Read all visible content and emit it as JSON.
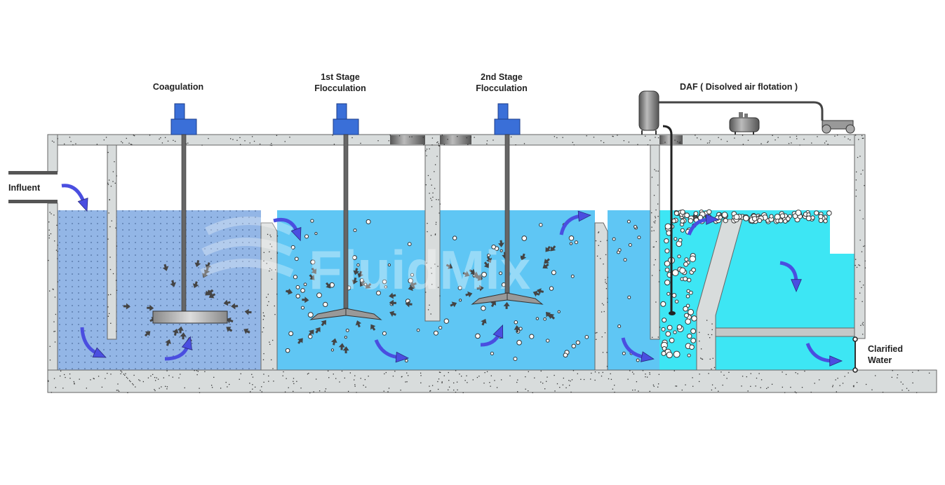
{
  "labels": {
    "coagulation": "Coagulation",
    "stage1_line1": "1st Stage",
    "stage1_line2": "Flocculation",
    "stage2_line1": "2nd Stage",
    "stage2_line2": "Flocculation",
    "daf": "DAF ( Disolved air flotation )",
    "influent": "Influent",
    "clarified_line1": "Clarified",
    "clarified_line2": "Water"
  },
  "watermark": "FluidMix",
  "colors": {
    "concrete": "#d8dcdc",
    "coag_water": "#93b6e6",
    "floc_water": "#5fc6f4",
    "daf_water": "#3de6f4",
    "motor": "#3a6fd8",
    "flow_arrow": "#4a4ee0"
  }
}
